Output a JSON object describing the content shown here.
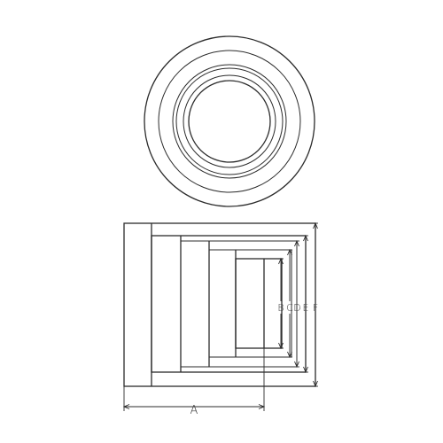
{
  "labels": {
    "a": "A",
    "b": "B",
    "c": "C",
    "d": "D",
    "e": "E",
    "f": "F"
  },
  "colors": {
    "line": "#2b2b2b",
    "background": "#ffffff"
  }
}
